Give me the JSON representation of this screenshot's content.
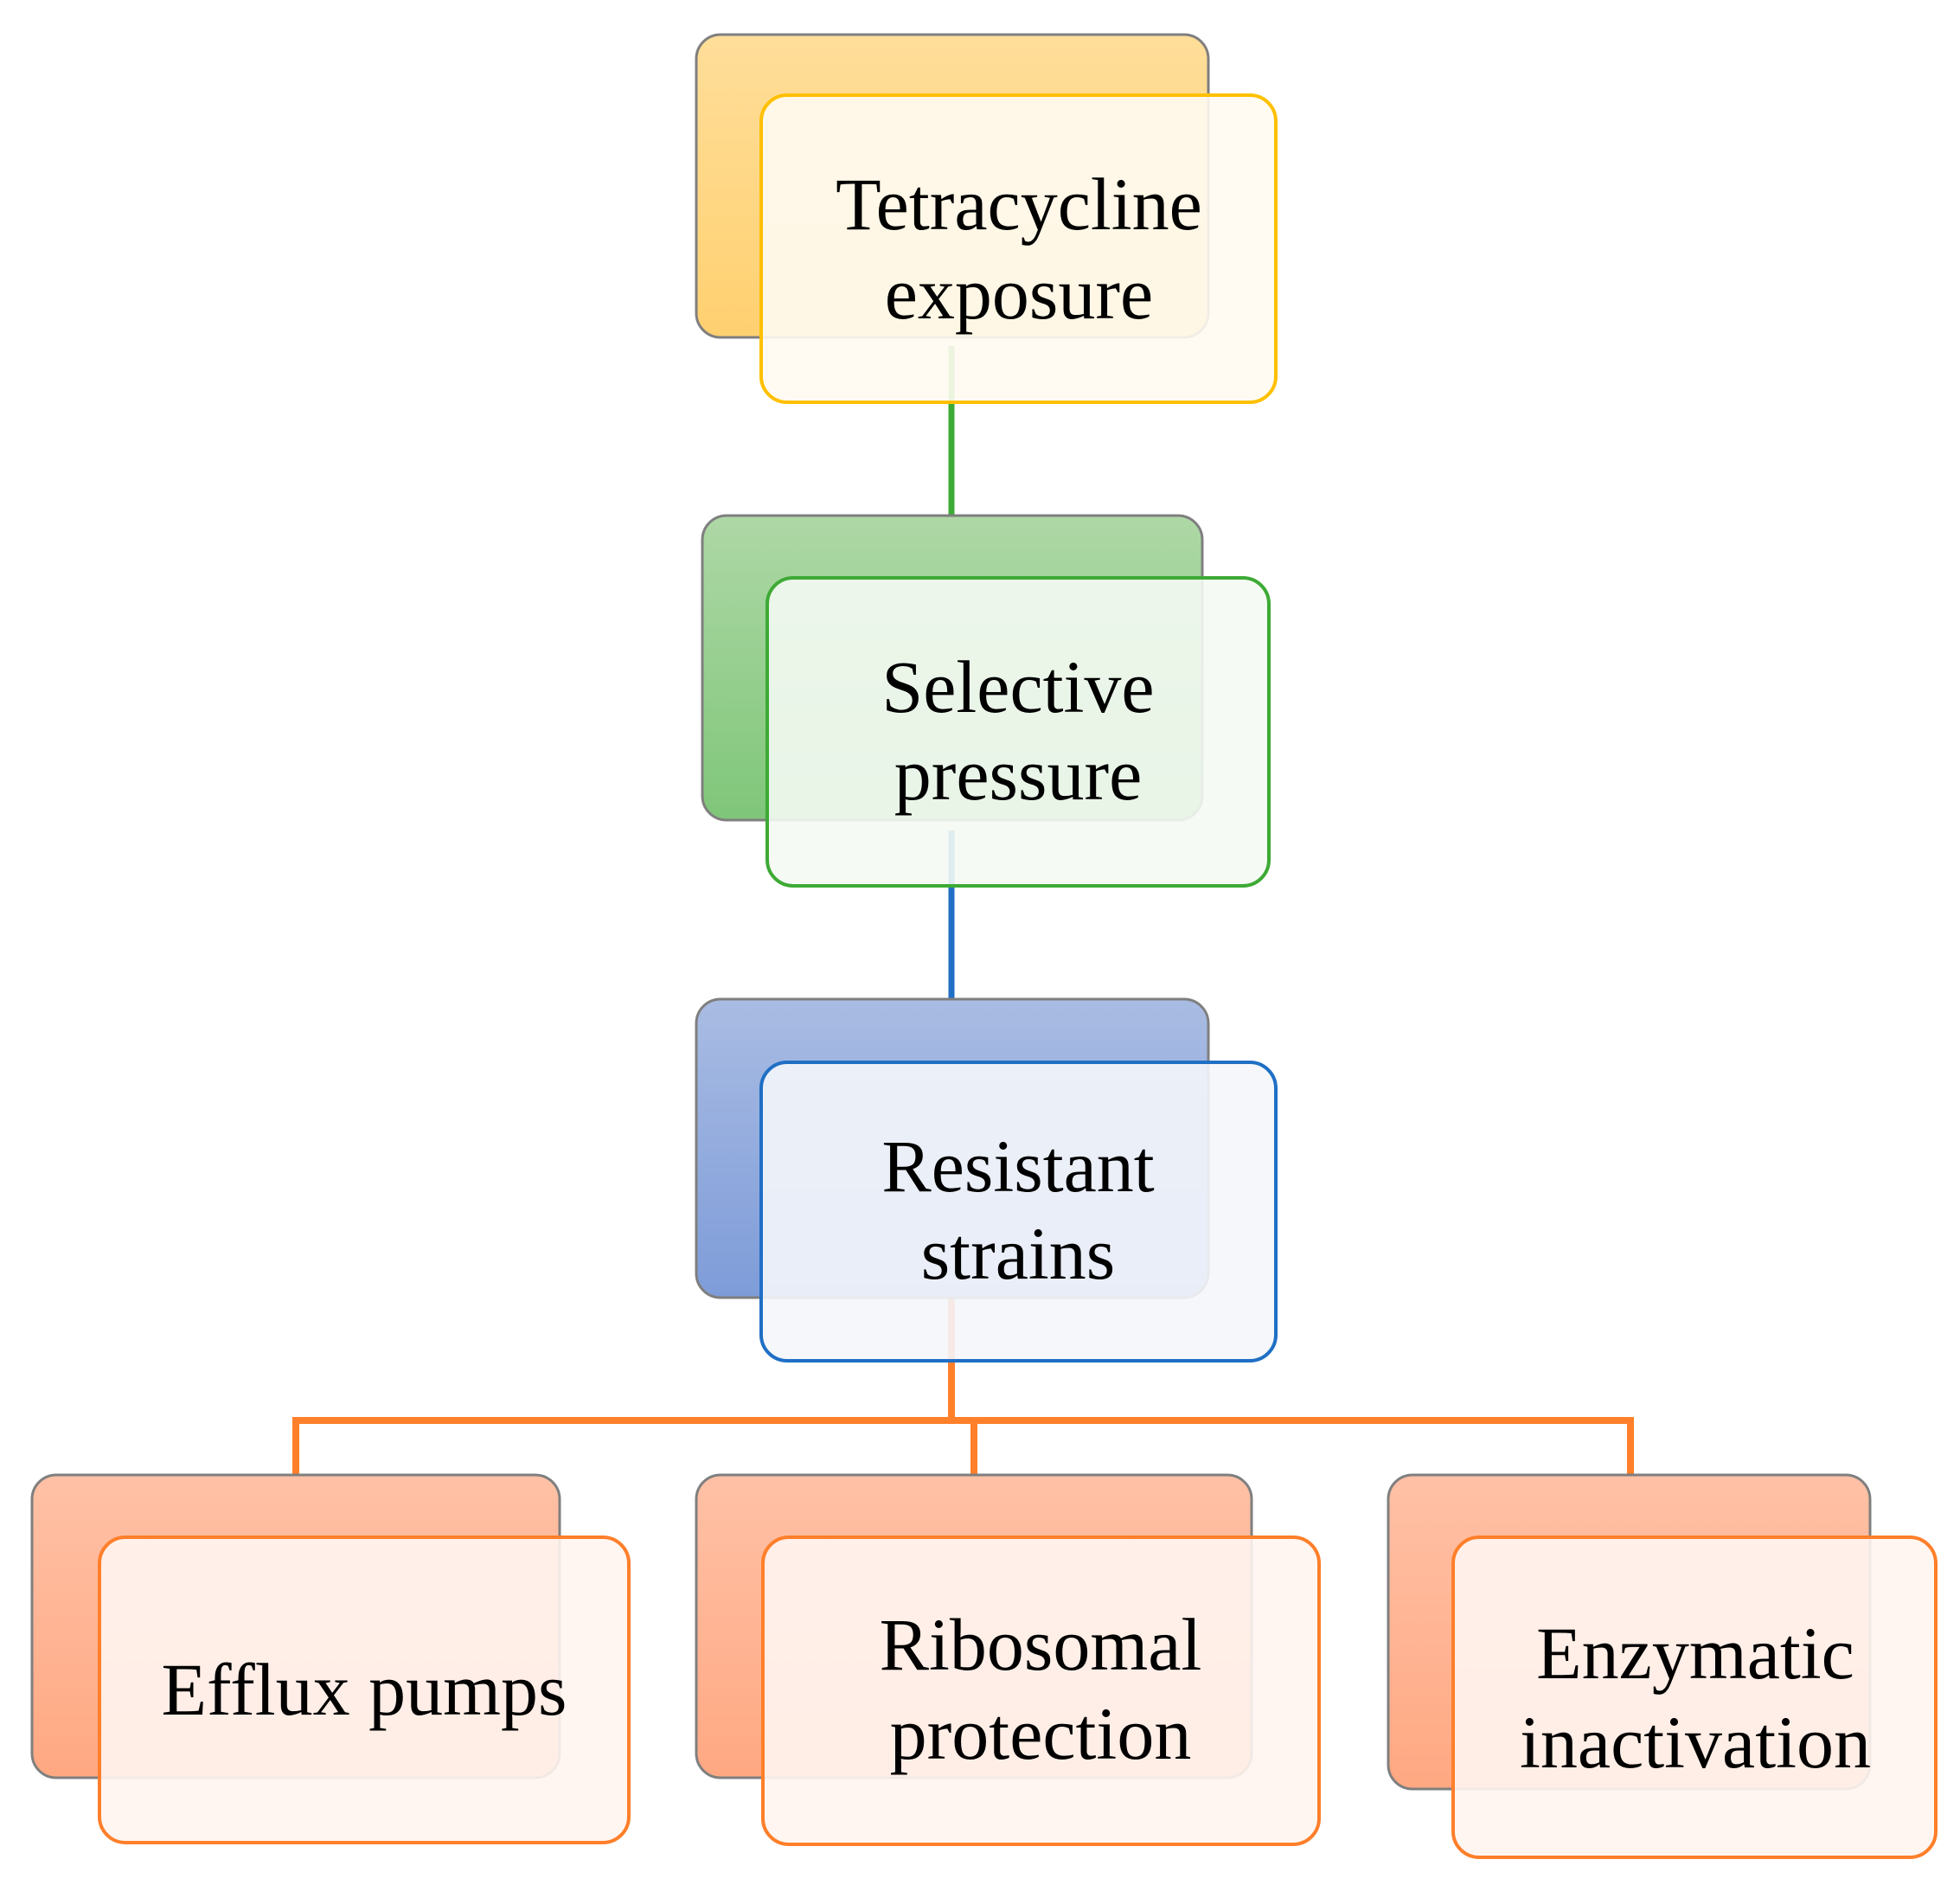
{
  "nodes": {
    "tetracycline_exposure": {
      "lines": [
        "Tetracycline",
        "exposure"
      ]
    },
    "selective_pressure": {
      "lines": [
        "Selective",
        "pressure"
      ]
    },
    "resistant_strains": {
      "lines": [
        "Resistant",
        "strains"
      ]
    },
    "efflux_pumps": {
      "lines": [
        "Efflux pumps"
      ]
    },
    "ribosomal_protection": {
      "lines": [
        "Ribosomal",
        "protection"
      ]
    },
    "enzymatic_inactivation": {
      "lines": [
        "Enzymatic",
        "inactivation"
      ]
    }
  },
  "colors": {
    "yellow": "#FFC000",
    "green": "#3DAA35",
    "blue": "#1F6FC5",
    "orange": "#FF7F2A"
  }
}
